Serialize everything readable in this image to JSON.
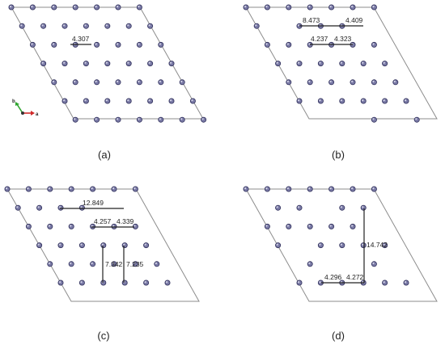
{
  "colors": {
    "cell_edge": "#8c8c8c",
    "atom_fill": "#7a7aa6",
    "atom_stroke": "#2f2f5a",
    "atom_highlight": "#d2d2e6",
    "bond": "#222222",
    "axis_a": "#d12b2b",
    "axis_b": "#2fa52f"
  },
  "axes": {
    "a": "a",
    "b": "b"
  },
  "panels": [
    {
      "id": "a",
      "label": "(a)",
      "distances": [
        "4.307"
      ]
    },
    {
      "id": "b",
      "label": "(b)",
      "distances": [
        "8.473",
        "4.409",
        "4.237",
        "4.323"
      ]
    },
    {
      "id": "c",
      "label": "(c)",
      "distances": [
        "12.849",
        "4.257",
        "4.339",
        "7.342",
        "7.235"
      ]
    },
    {
      "id": "d",
      "label": "(d)",
      "distances": [
        "14.742",
        "4.296",
        "4.272"
      ]
    }
  ]
}
